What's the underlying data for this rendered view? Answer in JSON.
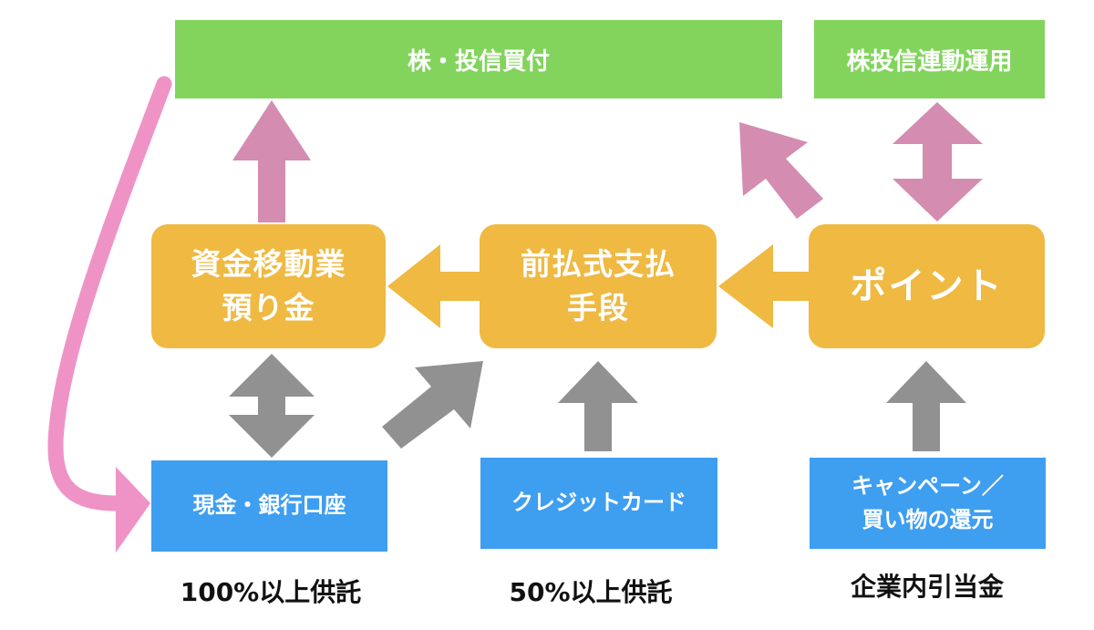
{
  "boxes": {
    "stock_purchase": "株・投信買付",
    "stock_linked": "株投信連動運用",
    "deposit": "資金移動業\n預り金",
    "prepaid": "前払式支払\n手段",
    "points": "ポイント",
    "cash_bank": "現金・銀行口座",
    "credit_card": "クレジットカード",
    "campaign": "キャンペーン／\n買い物の還元"
  },
  "captions": {
    "deposit_ratio": "100%以上供託",
    "prepaid_ratio": "50%以上供託",
    "points_source": "企業内引当金"
  },
  "colors": {
    "green": "#82d45c",
    "orange": "#efb942",
    "blue": "#3e9ef0",
    "pink_arrow": "#d48cb1",
    "pink_curve": "#ef93c6",
    "gray_arrow": "#919191"
  }
}
